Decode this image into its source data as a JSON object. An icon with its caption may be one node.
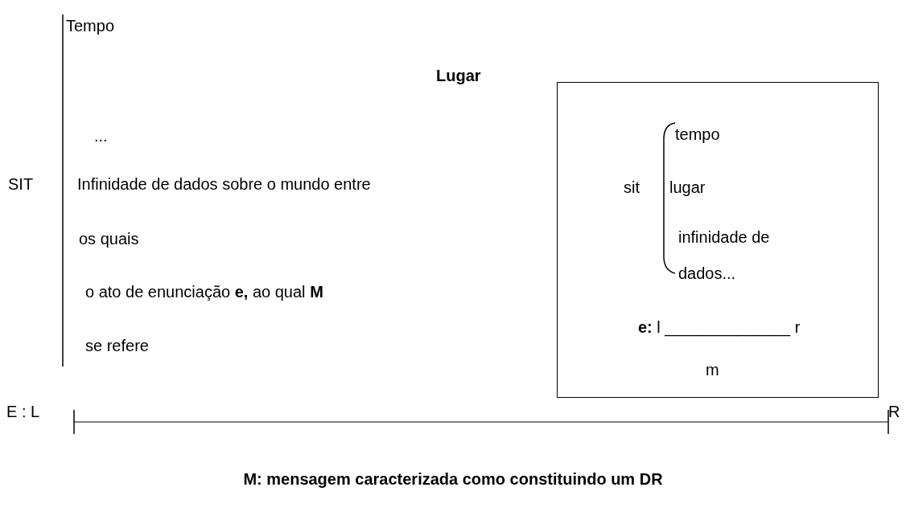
{
  "diagram": {
    "caption": "M: mensagem caracterizada como constituindo um DR",
    "nodes": [
      {
        "text": [
          "sit",
          "tempo",
          "lugar",
          "infinidade de dados...",
          "**e:** l ______________ r",
          "m"
        ]
      },
      {
        "text": [
          "E : L"
        ]
      },
      {
        "text": [
          "R"
        ]
      }
    ],
    "edges": [
      {
        "from": 1,
        "to": 2,
        "arrow": "other"
      }
    ],
    "labels": [
      "Tempo",
      "Lugar",
      "...",
      "SIT",
      "Infinidade de dados sobre o mundo entre",
      "os quais",
      "o ato de enunciação **e,** ao qual **M**",
      "se refere"
    ]
  }
}
